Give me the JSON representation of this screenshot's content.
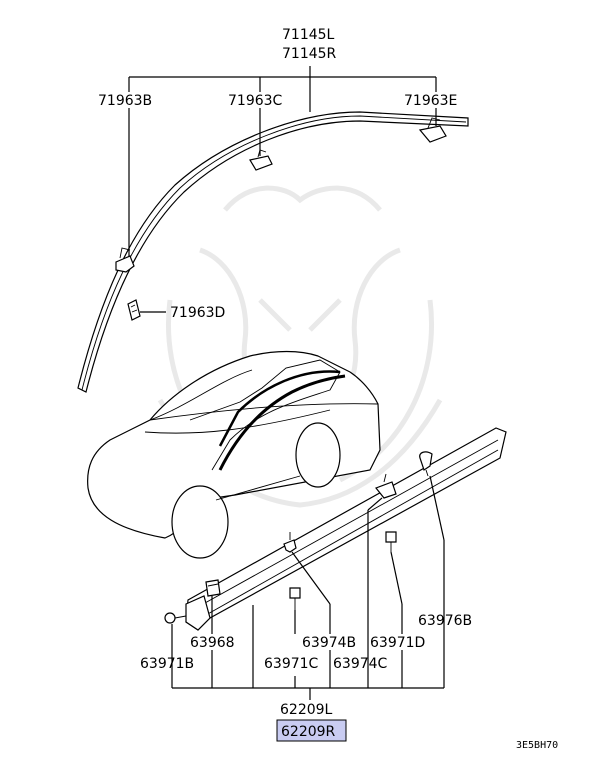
{
  "labels": {
    "molding_top_l": "71145L",
    "molding_top_r": "71145R",
    "clip_b": "71963B",
    "clip_c": "71963C",
    "clip_e": "71963E",
    "clip_d": "71963D",
    "rivet_b": "63976B",
    "cap_63968": "63968",
    "clip_74b": "63974B",
    "clip_71d": "63971D",
    "clip_71b": "63971B",
    "clip_71c": "63971C",
    "clip_74c": "63974C",
    "garnish_l": "62209L",
    "garnish_r": "62209R"
  },
  "diagram_code": "3E5BH70",
  "highlight_color": "#c9ccf2"
}
